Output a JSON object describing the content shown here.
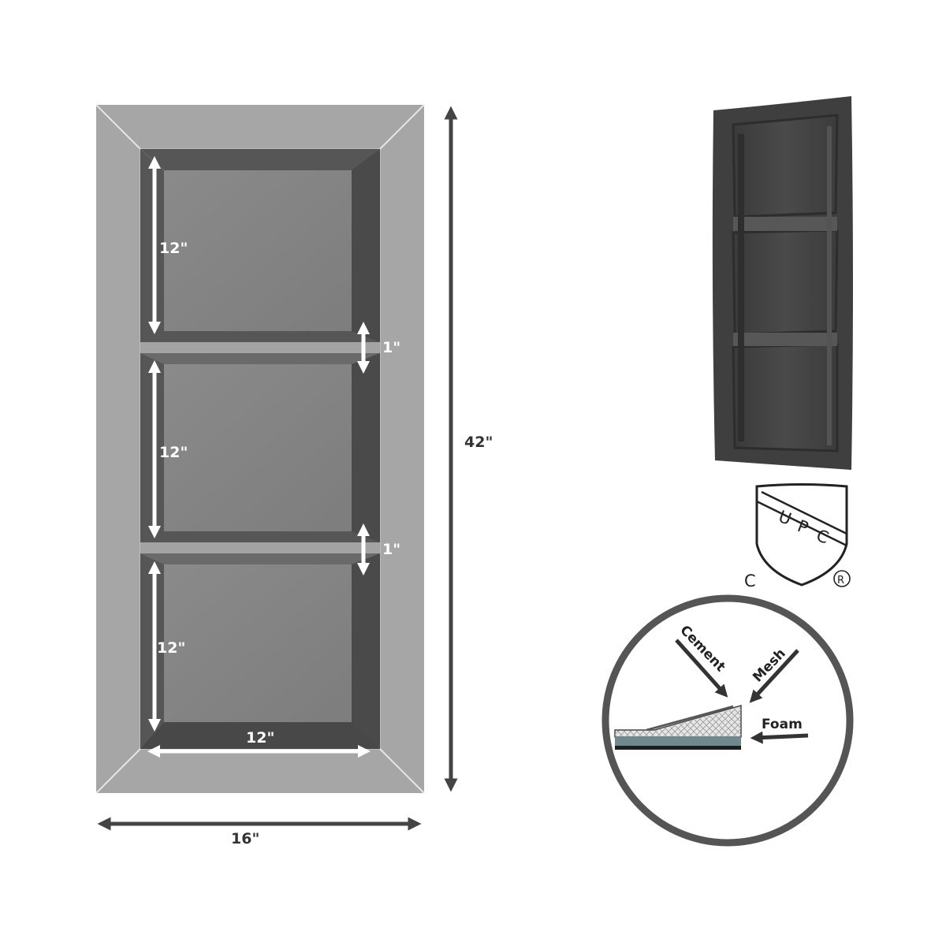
{
  "diagram": {
    "dimensions": {
      "shelf_height_1": "12\"",
      "shelf_height_2": "12\"",
      "shelf_height_3": "12\"",
      "shelf_gap_1": "1\"",
      "shelf_gap_2": "1\"",
      "inner_width": "12\"",
      "overall_height": "42\"",
      "overall_width": "16\""
    },
    "certification": {
      "letters": [
        "U",
        "P",
        "C"
      ],
      "c_mark": "C",
      "registered_mark": "R"
    },
    "cross_section": {
      "cement_label": "Cement",
      "mesh_label": "Mesh",
      "foam_label": "Foam"
    },
    "colors": {
      "frame_light": "#a5a5a5",
      "recess_dark": "#5a5a5a",
      "arrow_dark": "#444444",
      "white_arrow": "#ffffff"
    }
  }
}
